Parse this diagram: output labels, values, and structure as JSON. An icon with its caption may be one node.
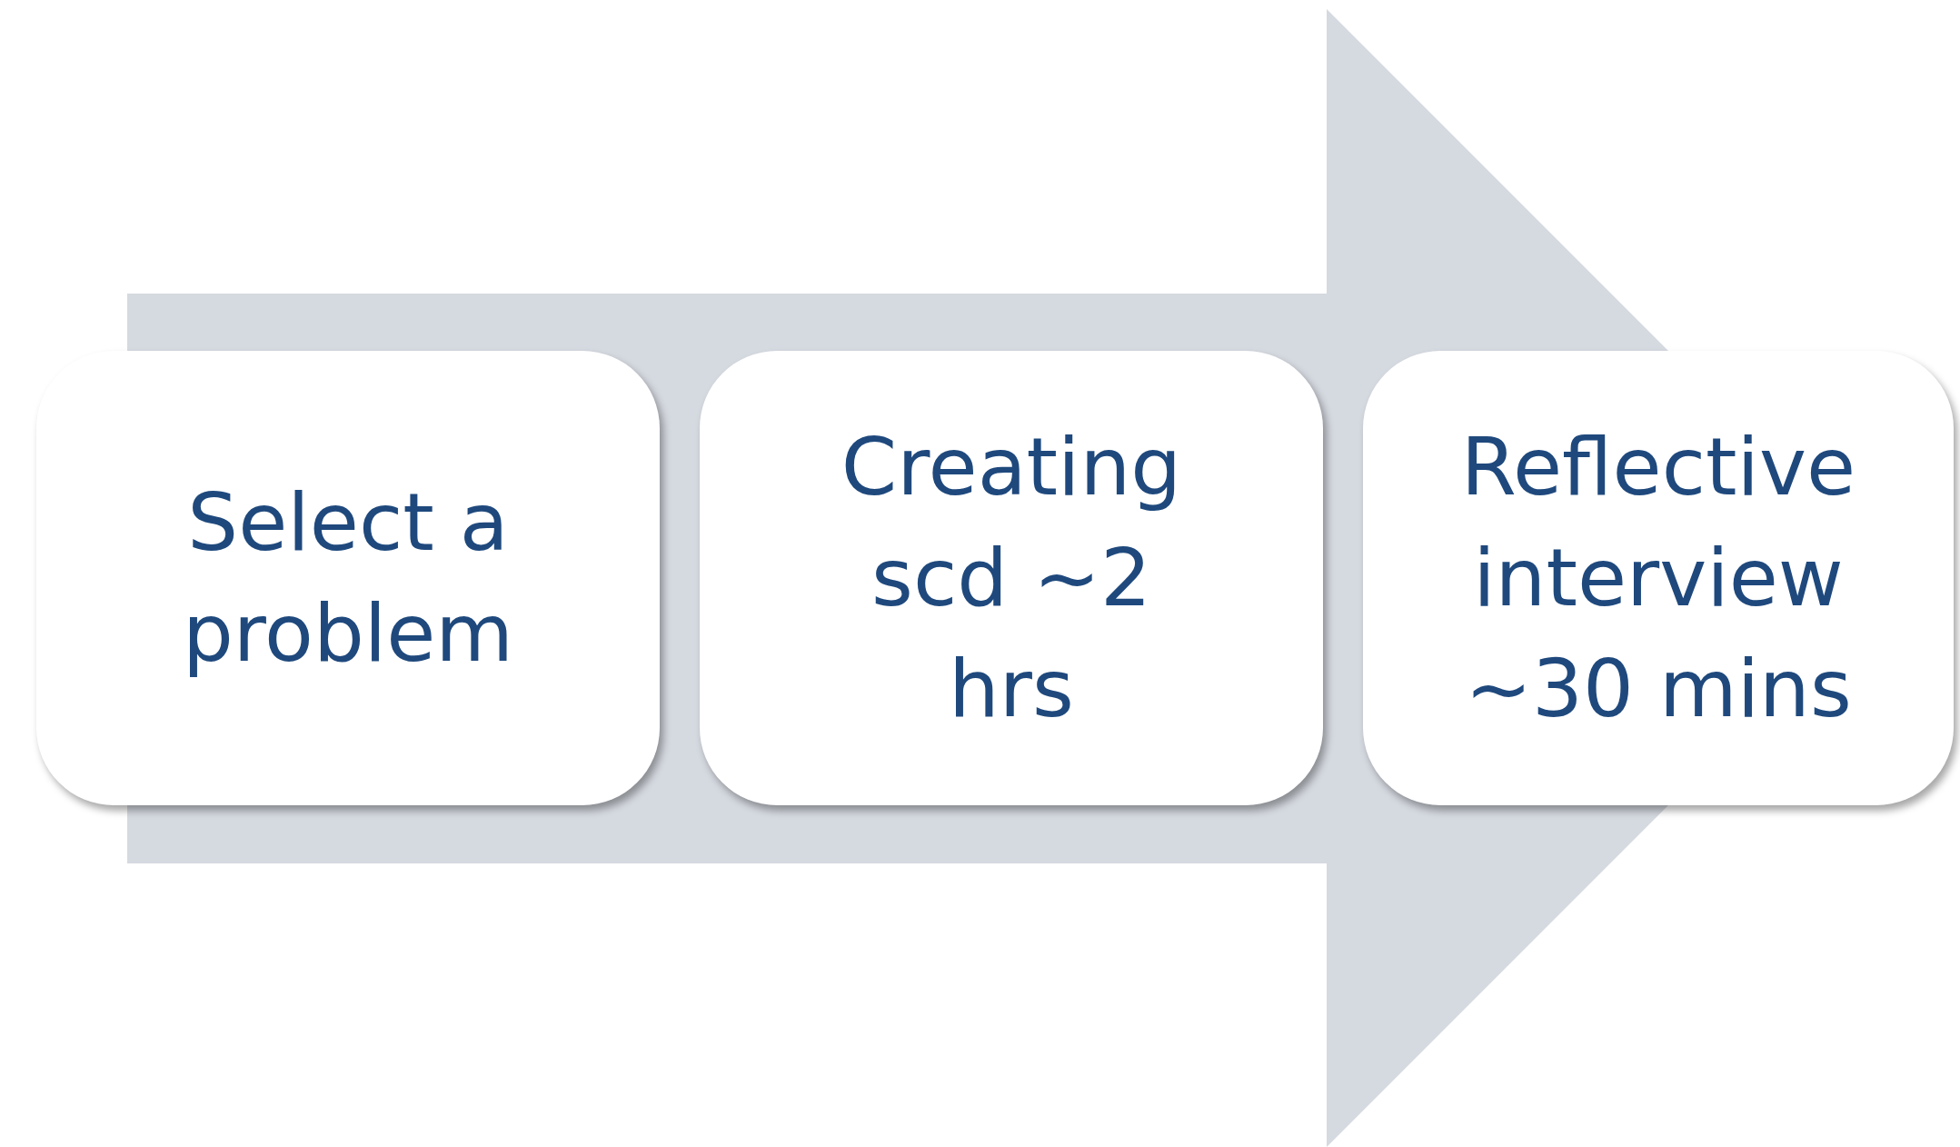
{
  "diagram": {
    "nodes": [
      {
        "text": [
          "Select a problem"
        ]
      },
      {
        "text": [
          "Creating scd ~2 hrs"
        ]
      },
      {
        "text": [
          "Reflective interview ~30 mins"
        ]
      }
    ],
    "edges": [
      {
        "from": 0,
        "to": 2,
        "arrow": "to"
      }
    ]
  }
}
